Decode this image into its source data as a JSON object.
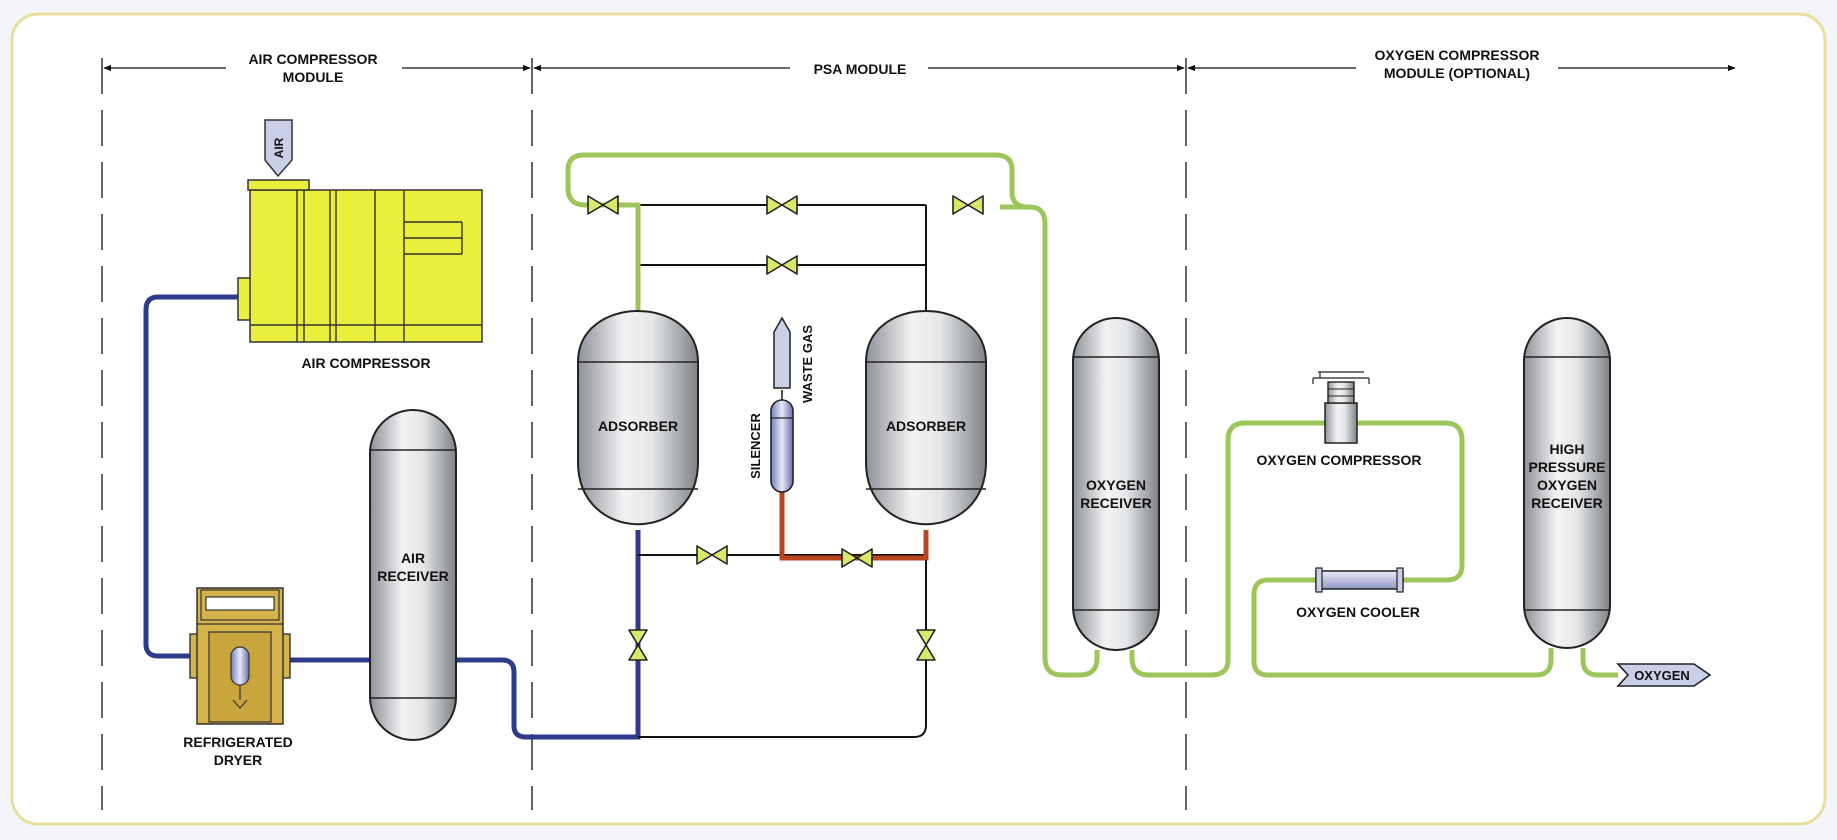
{
  "modules": {
    "air_compressor": [
      "AIR COMPRESSOR",
      "MODULE"
    ],
    "psa": "PSA MODULE",
    "oxygen_compressor": [
      "OXYGEN COMPRESSOR",
      "MODULE (OPTIONAL)"
    ]
  },
  "labels": {
    "air_inlet": "AIR",
    "air_compressor": "AIR COMPRESSOR",
    "refrigerated_dryer": [
      "REFRIGERATED",
      "DRYER"
    ],
    "air_receiver": [
      "AIR",
      "RECEIVER"
    ],
    "adsorber_left": "ADSORBER",
    "adsorber_right": "ADSORBER",
    "silencer": "SILENCER",
    "waste_gas": "WASTE GAS",
    "oxygen_receiver": [
      "OXYGEN",
      "RECEIVER"
    ],
    "oxygen_compressor": "OXYGEN COMPRESSOR",
    "oxygen_cooler": "OXYGEN COOLER",
    "hp_oxygen_receiver": [
      "HIGH",
      "PRESSURE",
      "OXYGEN",
      "RECEIVER"
    ],
    "oxygen_outlet": "OXYGEN"
  },
  "colors": {
    "air_line": "#2e3a8c",
    "oxygen_line": "#9cc65a",
    "waste_line": "#b8451e",
    "compressor_body": "#e9ef3c",
    "dryer_body": "#d4b44a",
    "valve": "#d9e86a",
    "frame": "#e8df9c"
  }
}
